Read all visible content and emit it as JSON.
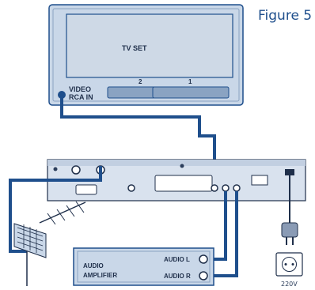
{
  "figure_title": "Figure 5",
  "tv": {
    "label": "TV SET",
    "video_in": "VIDEO",
    "rca_in": "RCA IN",
    "scart_2": "2",
    "scart_1": "1"
  },
  "amplifier": {
    "line1": "AUDIO",
    "line2": "AMPLIFIER",
    "audio_l": "AUDIO L",
    "audio_r": "AUDIO R"
  },
  "power": {
    "voltage": "220V"
  },
  "colors": {
    "cable": "#1f4f8c",
    "panel": "#c9d7e8",
    "ink": "#1f2f4a"
  }
}
